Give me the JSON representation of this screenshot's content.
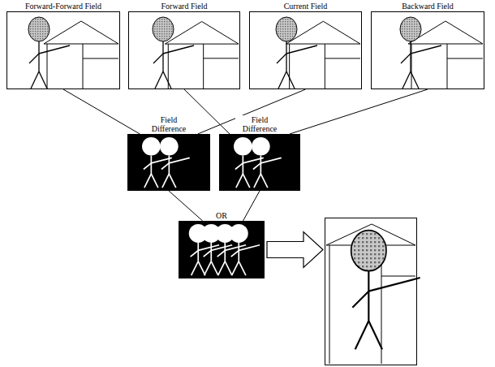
{
  "diagram": {
    "nodes": [
      {
        "text": [
          "Forward-Forward Field"
        ]
      },
      {
        "text": [
          "Forward Field"
        ]
      },
      {
        "text": [
          "Current Field"
        ]
      },
      {
        "text": [
          "Backward Field"
        ]
      },
      {
        "text": [
          "Field Difference"
        ]
      },
      {
        "text": [
          "Field Difference"
        ]
      },
      {
        "text": [
          "OR"
        ]
      },
      {
        "text": []
      }
    ],
    "edges": [
      {
        "from": 0,
        "to": 4,
        "arrow": "none"
      },
      {
        "from": 2,
        "to": 4,
        "arrow": "none"
      },
      {
        "from": 1,
        "to": 5,
        "arrow": "none"
      },
      {
        "from": 3,
        "to": 5,
        "arrow": "none"
      },
      {
        "from": 4,
        "to": 6,
        "arrow": "none"
      },
      {
        "from": 5,
        "to": 6,
        "arrow": "none"
      },
      {
        "from": 6,
        "to": 7,
        "arrow": "to"
      }
    ]
  }
}
